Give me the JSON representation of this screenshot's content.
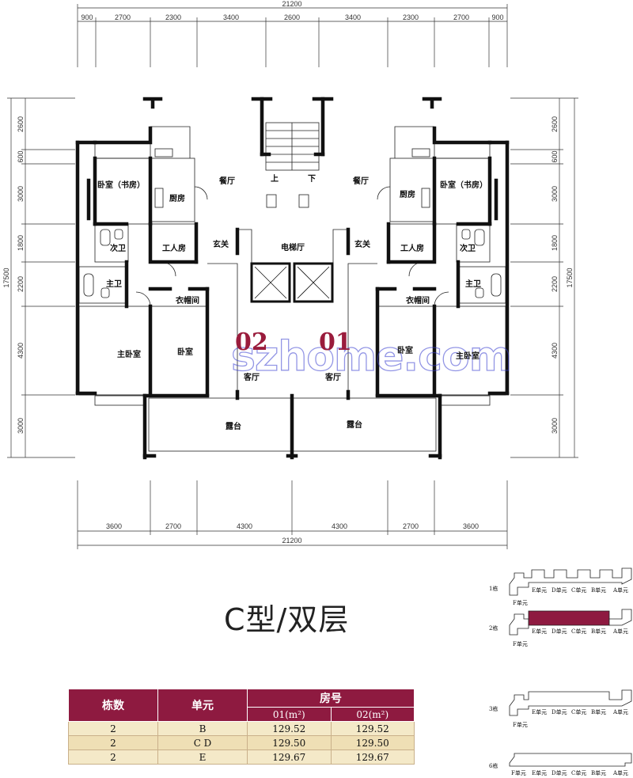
{
  "dimensions": {
    "top_total": "21200",
    "top": [
      "900",
      "2700",
      "2300",
      "3400",
      "2600",
      "3400",
      "2300",
      "2700",
      "900"
    ],
    "bottom": [
      "3600",
      "2700",
      "4300",
      "4300",
      "2700",
      "3600"
    ],
    "bottom_total": "21200",
    "left_total": "17500",
    "left": [
      "2600",
      "600",
      "3000",
      "1800",
      "2200",
      "4300",
      "3000"
    ],
    "right_total": "17500",
    "right": [
      "2600",
      "600",
      "3000",
      "1800",
      "2200",
      "4300",
      "3000"
    ]
  },
  "rooms": {
    "bedroom_study": "卧室（书房）",
    "kitchen": "厨房",
    "dining": "餐厅",
    "up": "上",
    "down": "下",
    "worker_room": "工人房",
    "foyer": "玄关",
    "elevator_hall": "电梯厅",
    "second_bath": "次卫",
    "master_bath": "主卫",
    "closet": "衣帽间",
    "master_bedroom": "主卧室",
    "bedroom": "卧室",
    "living": "客厅",
    "terrace": "露台"
  },
  "units": {
    "left": "02",
    "right": "01"
  },
  "watermark": "szhome.com",
  "title": "C型/双层",
  "table": {
    "header": {
      "building": "栋数",
      "unit": "单元",
      "room_no": "房号",
      "col01": "01(m²)",
      "col02": "02(m²)"
    },
    "rows": [
      {
        "building": "2",
        "unit": "B",
        "a01": "129.52",
        "a02": "129.52"
      },
      {
        "building": "2",
        "unit": "C D",
        "a01": "129.50",
        "a02": "129.50"
      },
      {
        "building": "2",
        "unit": "E",
        "a01": "129.67",
        "a02": "129.67"
      }
    ]
  },
  "keyplans": [
    {
      "label": "1栋",
      "units": [
        "E单元",
        "D单元",
        "C单元",
        "B单元",
        "A单元"
      ],
      "extra": "F单元",
      "highlight": false
    },
    {
      "label": "2栋",
      "units": [
        "E单元",
        "D单元",
        "C单元",
        "B单元",
        "A单元"
      ],
      "extra": "F单元",
      "highlight": true
    },
    {
      "label": "3栋",
      "units": [
        "E单元",
        "D单元",
        "C单元",
        "B单元",
        "A单元"
      ],
      "extra": "F单元",
      "highlight": false
    },
    {
      "label": "6栋",
      "units": [
        "F单元",
        "E单元",
        "D单元",
        "C单元",
        "B单元",
        "A单元"
      ],
      "extra": "",
      "highlight": false
    }
  ],
  "colors": {
    "brand": "#8e1a40",
    "watermark": "#3a3fd0",
    "row_light": "#f4e9c8",
    "row_dark": "#efdfb5"
  }
}
